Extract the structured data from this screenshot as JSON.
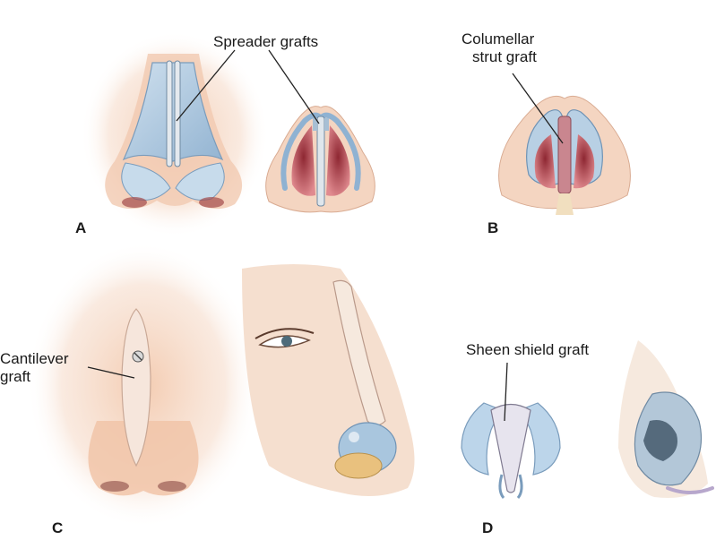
{
  "panels": {
    "a": {
      "letter": "A",
      "callout": "Spreader grafts"
    },
    "b": {
      "letter": "B",
      "callout_line1": "Columellar",
      "callout_line2": "strut graft"
    },
    "c": {
      "letter": "C",
      "callout_line1": "Cantilever",
      "callout_line2": "graft"
    },
    "d": {
      "letter": "D",
      "callout": "Sheen shield graft"
    }
  },
  "colors": {
    "skin": "#f3d3bd",
    "skin_shadow": "#d9a48a",
    "cartilage": "#a9c6de",
    "cartilage_edge": "#6f93b5",
    "graft": "#dfe5ea",
    "nostril": "#b8434b",
    "leader_line": "#222222"
  }
}
